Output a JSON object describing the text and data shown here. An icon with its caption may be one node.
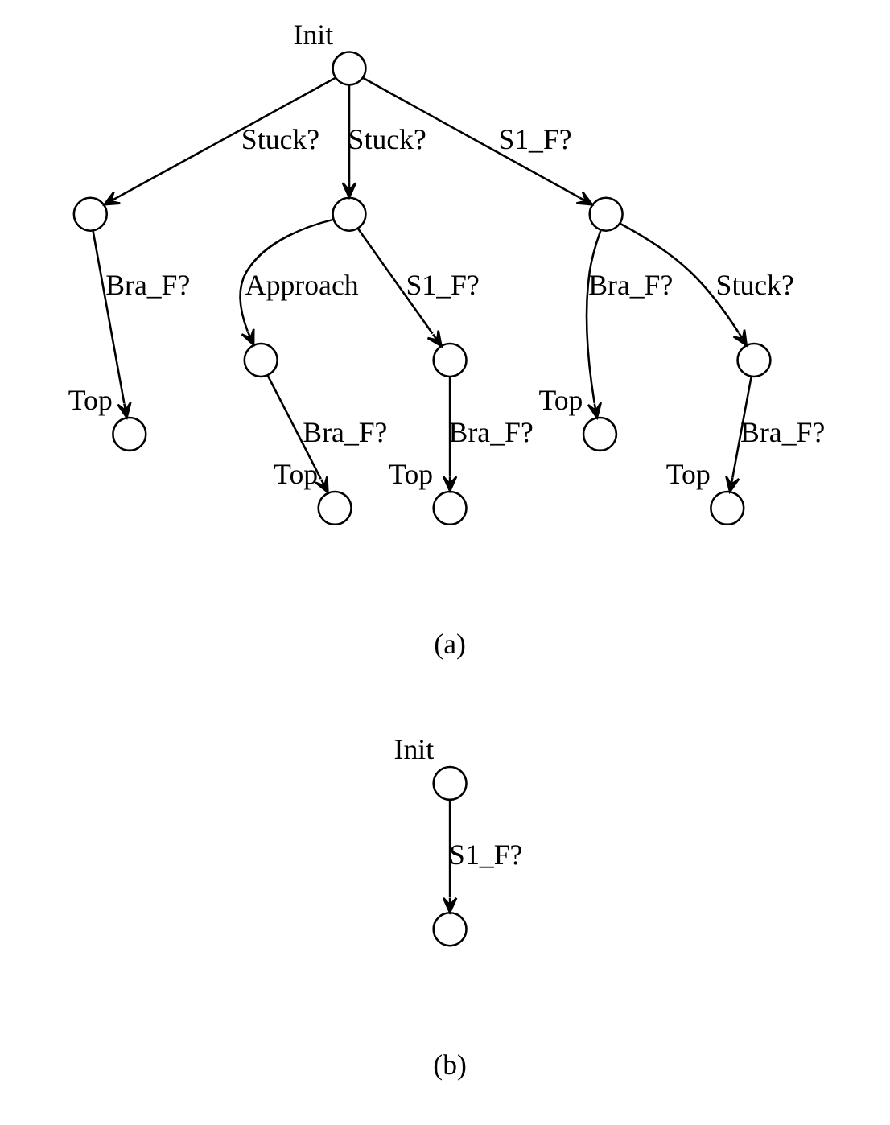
{
  "diagram": {
    "nodes": [
      {
        "text": [],
        "shape": "circle",
        "beside": [
          "Init"
        ]
      },
      {
        "text": [],
        "shape": "circle"
      },
      {
        "text": [],
        "shape": "circle"
      },
      {
        "text": [],
        "shape": "circle"
      },
      {
        "text": [],
        "shape": "circle",
        "beside": [
          "Top"
        ]
      },
      {
        "text": [],
        "shape": "circle"
      },
      {
        "text": [],
        "shape": "circle"
      },
      {
        "text": [],
        "shape": "circle",
        "beside": [
          "Top"
        ]
      },
      {
        "text": [],
        "shape": "circle"
      },
      {
        "text": [],
        "shape": "circle",
        "beside": [
          "Top"
        ]
      },
      {
        "text": [],
        "shape": "circle",
        "beside": [
          "Top"
        ]
      },
      {
        "text": [],
        "shape": "circle",
        "beside": [
          "Top"
        ]
      },
      {
        "text": [],
        "shape": "circle",
        "beside": [
          "Init"
        ]
      },
      {
        "text": [],
        "shape": "circle"
      }
    ],
    "edges": [
      {
        "from": 0,
        "to": 1,
        "arrow": "to",
        "label": "Stuck?"
      },
      {
        "from": 0,
        "to": 2,
        "arrow": "to",
        "label": "Stuck?"
      },
      {
        "from": 0,
        "to": 3,
        "arrow": "to",
        "label": "S1_F?"
      },
      {
        "from": 1,
        "to": 4,
        "arrow": "to",
        "label": "Bra_F?"
      },
      {
        "from": 2,
        "to": 5,
        "arrow": "to",
        "label": "Approach"
      },
      {
        "from": 2,
        "to": 6,
        "arrow": "to",
        "label": "S1_F?"
      },
      {
        "from": 3,
        "to": 7,
        "arrow": "to",
        "label": "Bra_F?"
      },
      {
        "from": 3,
        "to": 8,
        "arrow": "to",
        "label": "Stuck?"
      },
      {
        "from": 5,
        "to": 9,
        "arrow": "to",
        "label": "Bra_F?"
      },
      {
        "from": 6,
        "to": 10,
        "arrow": "to",
        "label": "Bra_F?"
      },
      {
        "from": 8,
        "to": 11,
        "arrow": "to",
        "label": "Bra_F?"
      },
      {
        "from": 12,
        "to": 13,
        "arrow": "to",
        "label": "S1_F?"
      }
    ],
    "labels": [
      "(a)",
      "(b)"
    ]
  }
}
